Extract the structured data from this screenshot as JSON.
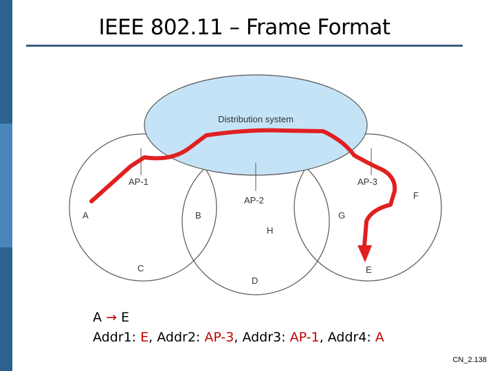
{
  "slide": {
    "title": "IEEE 802.11 – Frame Format",
    "slide_number": "CN_2.138"
  },
  "colors": {
    "sidebar_dark": "#2d6290",
    "sidebar_light": "#4a86be",
    "title_rule": "#3a5a7a",
    "distribution_fill": "#c5e3f6",
    "path_red": "#e02020",
    "highlight_red": "#c00000"
  },
  "diagram": {
    "distribution_system_label": "Distribution system",
    "access_points": [
      "AP-1",
      "AP-2",
      "AP-3"
    ],
    "stations": [
      "A",
      "B",
      "C",
      "D",
      "E",
      "F",
      "G",
      "H"
    ]
  },
  "caption": {
    "line1_from": "A",
    "line1_arrow": "→",
    "line1_to": "E",
    "addr1_label": "Addr1: ",
    "addr1_value": "E",
    "addr2_label": ",  Addr2: ",
    "addr2_value": "AP-3",
    "addr3_label": ",   Addr3: ",
    "addr3_value": "AP-1",
    "addr4_label": ",   Addr4: ",
    "addr4_value": "A"
  }
}
